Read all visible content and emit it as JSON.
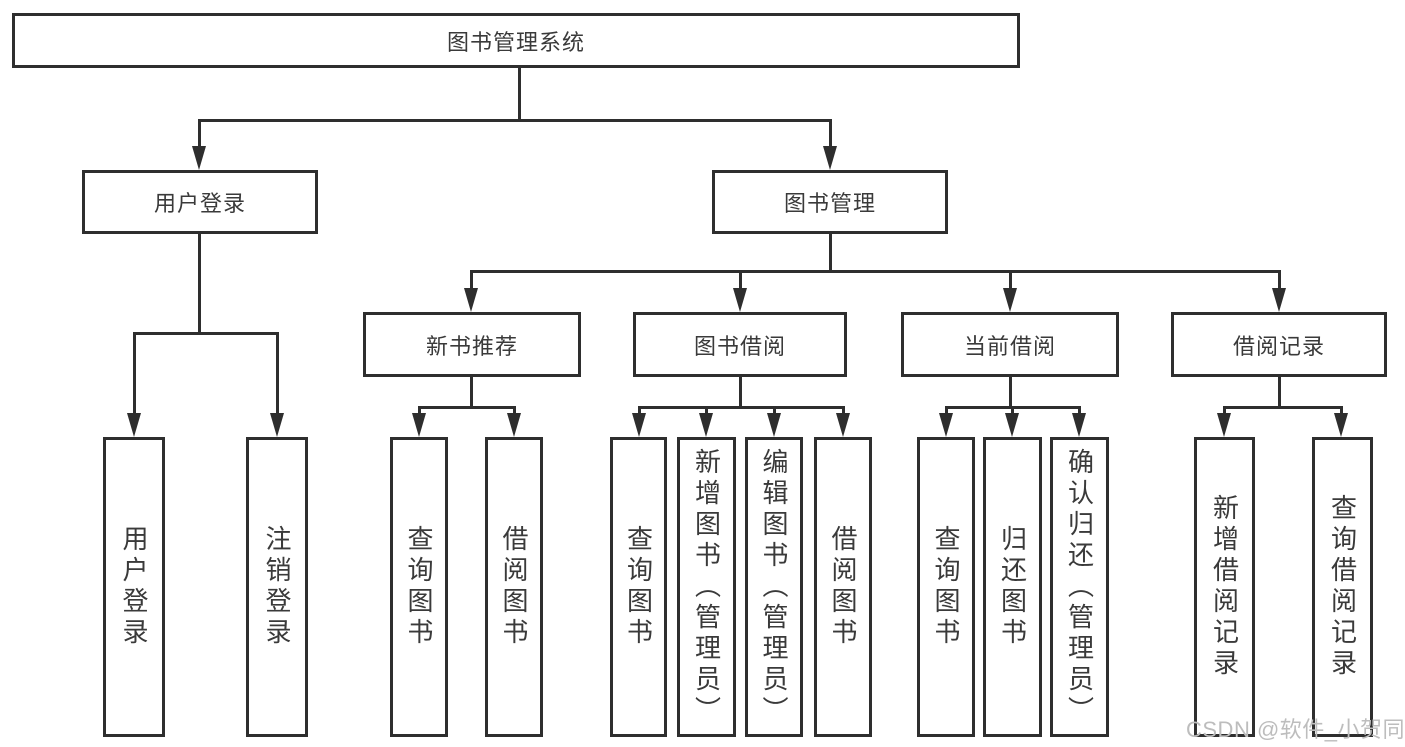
{
  "diagram": {
    "title": "图书管理系统",
    "nodes": [
      {
        "id": "library-management-system",
        "label": "图书管理系统",
        "parent": null
      },
      {
        "id": "user-login",
        "label": "用户登录",
        "parent": "library-management-system"
      },
      {
        "id": "book-management",
        "label": "图书管理",
        "parent": "library-management-system"
      },
      {
        "id": "new-book-recommendation",
        "label": "新书推荐",
        "parent": "book-management"
      },
      {
        "id": "book-borrowing",
        "label": "图书借阅",
        "parent": "book-management"
      },
      {
        "id": "current-borrowing",
        "label": "当前借阅",
        "parent": "book-management"
      },
      {
        "id": "borrowing-records",
        "label": "借阅记录",
        "parent": "book-management"
      },
      {
        "id": "user-login-action",
        "label": "用户登录",
        "parent": "user-login"
      },
      {
        "id": "logout-action",
        "label": "注销登录",
        "parent": "user-login"
      },
      {
        "id": "search-books-1",
        "label": "查询图书",
        "parent": "new-book-recommendation"
      },
      {
        "id": "borrow-books-1",
        "label": "借阅图书",
        "parent": "new-book-recommendation"
      },
      {
        "id": "search-books-2",
        "label": "查询图书",
        "parent": "book-borrowing"
      },
      {
        "id": "add-book-admin",
        "label": "新增图书（管理员）",
        "parent": "book-borrowing"
      },
      {
        "id": "edit-book-admin",
        "label": "编辑图书（管理员）",
        "parent": "book-borrowing"
      },
      {
        "id": "borrow-books-2",
        "label": "借阅图书",
        "parent": "book-borrowing"
      },
      {
        "id": "search-books-3",
        "label": "查询图书",
        "parent": "current-borrowing"
      },
      {
        "id": "return-books",
        "label": "归还图书",
        "parent": "current-borrowing"
      },
      {
        "id": "confirm-return-admin",
        "label": "确认归还（管理员）",
        "parent": "current-borrowing"
      },
      {
        "id": "add-borrow-record",
        "label": "新增借阅记录",
        "parent": "borrowing-records"
      },
      {
        "id": "search-borrow-record",
        "label": "查询借阅记录",
        "parent": "borrowing-records"
      }
    ],
    "colors": {
      "line": "#2e2e2e",
      "text": "#3a3a3a",
      "background": "#ffffff",
      "watermark": "#bdbdbd"
    }
  },
  "watermark": "CSDN @软件_小贺同学"
}
